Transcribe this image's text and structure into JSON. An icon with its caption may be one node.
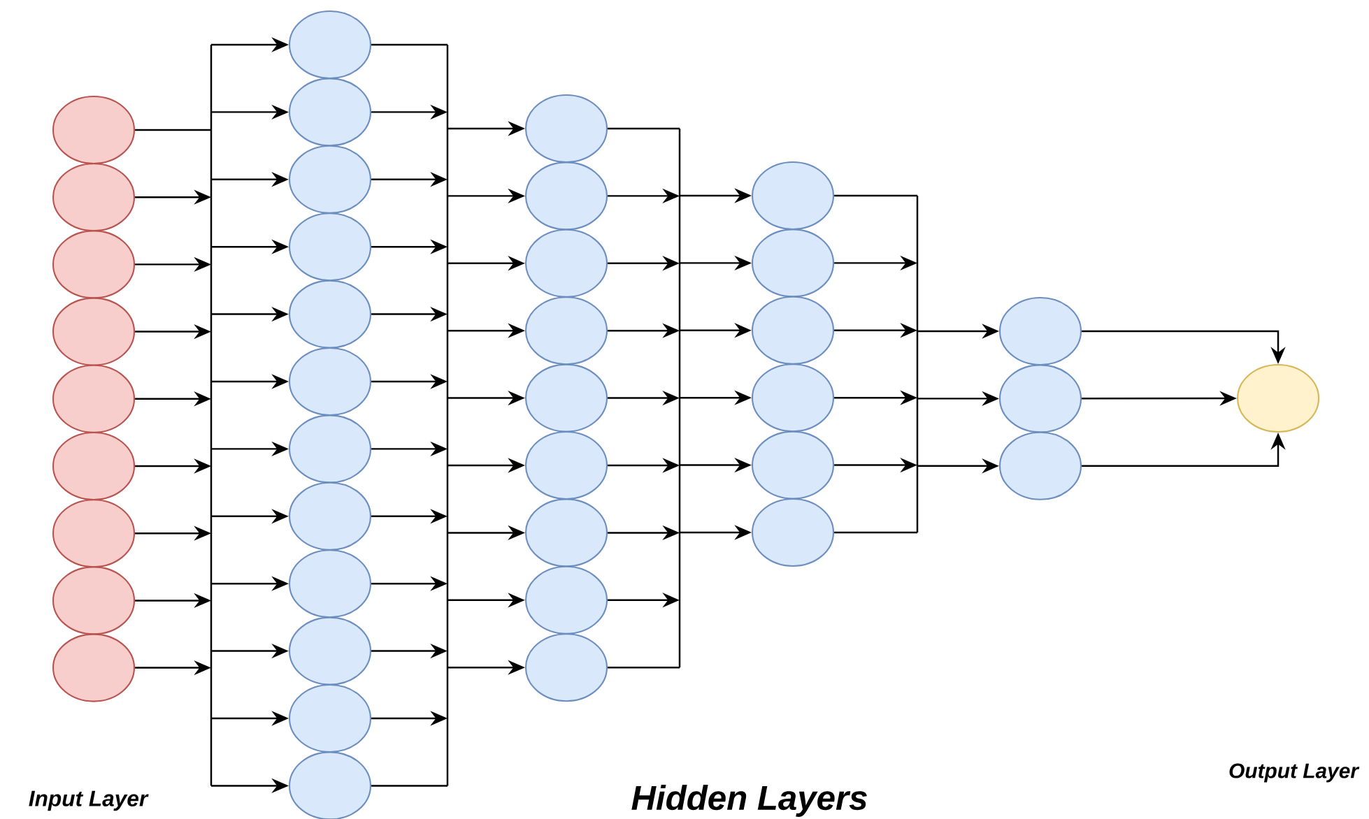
{
  "diagram": {
    "nodes": [
      {
        "text": [],
        "shape": "circle"
      },
      {
        "text": [],
        "shape": "circle"
      },
      {
        "text": [],
        "shape": "circle"
      },
      {
        "text": [],
        "shape": "circle"
      },
      {
        "text": [],
        "shape": "circle"
      },
      {
        "text": [],
        "shape": "circle"
      },
      {
        "text": [],
        "shape": "circle"
      },
      {
        "text": [],
        "shape": "circle"
      },
      {
        "text": [],
        "shape": "circle"
      },
      {
        "text": [],
        "shape": "bar"
      },
      {
        "text": [],
        "shape": "circle"
      },
      {
        "text": [],
        "shape": "circle"
      },
      {
        "text": [],
        "shape": "circle"
      },
      {
        "text": [],
        "shape": "circle"
      },
      {
        "text": [],
        "shape": "circle"
      },
      {
        "text": [],
        "shape": "circle"
      },
      {
        "text": [],
        "shape": "circle"
      },
      {
        "text": [],
        "shape": "circle"
      },
      {
        "text": [],
        "shape": "circle"
      },
      {
        "text": [],
        "shape": "circle"
      },
      {
        "text": [],
        "shape": "circle"
      },
      {
        "text": [],
        "shape": "circle"
      },
      {
        "text": [],
        "shape": "bar"
      },
      {
        "text": [],
        "shape": "circle"
      },
      {
        "text": [],
        "shape": "circle"
      },
      {
        "text": [],
        "shape": "circle"
      },
      {
        "text": [],
        "shape": "circle"
      },
      {
        "text": [],
        "shape": "circle"
      },
      {
        "text": [],
        "shape": "circle"
      },
      {
        "text": [],
        "shape": "circle"
      },
      {
        "text": [],
        "shape": "circle"
      },
      {
        "text": [],
        "shape": "circle"
      },
      {
        "text": [],
        "shape": "bar"
      },
      {
        "text": [],
        "shape": "circle"
      },
      {
        "text": [],
        "shape": "circle"
      },
      {
        "text": [],
        "shape": "circle"
      },
      {
        "text": [],
        "shape": "circle"
      },
      {
        "text": [],
        "shape": "circle"
      },
      {
        "text": [],
        "shape": "circle"
      },
      {
        "text": [],
        "shape": "bar"
      },
      {
        "text": [],
        "shape": "circle"
      },
      {
        "text": [],
        "shape": "circle"
      },
      {
        "text": [],
        "shape": "circle"
      },
      {
        "text": [],
        "shape": "circle"
      }
    ],
    "edges": [
      {
        "from": 0,
        "to": 9,
        "arrow": "none"
      },
      {
        "from": 1,
        "to": 9,
        "arrow": "to"
      },
      {
        "from": 2,
        "to": 9,
        "arrow": "to"
      },
      {
        "from": 3,
        "to": 9,
        "arrow": "to"
      },
      {
        "from": 4,
        "to": 9,
        "arrow": "to"
      },
      {
        "from": 5,
        "to": 9,
        "arrow": "to"
      },
      {
        "from": 6,
        "to": 9,
        "arrow": "to"
      },
      {
        "from": 7,
        "to": 9,
        "arrow": "to"
      },
      {
        "from": 8,
        "to": 9,
        "arrow": "to"
      },
      {
        "from": 9,
        "to": 10,
        "arrow": "to"
      },
      {
        "from": 9,
        "to": 11,
        "arrow": "to"
      },
      {
        "from": 9,
        "to": 12,
        "arrow": "to"
      },
      {
        "from": 9,
        "to": 13,
        "arrow": "to"
      },
      {
        "from": 9,
        "to": 14,
        "arrow": "to"
      },
      {
        "from": 9,
        "to": 15,
        "arrow": "to"
      },
      {
        "from": 9,
        "to": 16,
        "arrow": "to"
      },
      {
        "from": 9,
        "to": 17,
        "arrow": "to"
      },
      {
        "from": 9,
        "to": 18,
        "arrow": "to"
      },
      {
        "from": 9,
        "to": 19,
        "arrow": "to"
      },
      {
        "from": 9,
        "to": 20,
        "arrow": "to"
      },
      {
        "from": 9,
        "to": 21,
        "arrow": "to"
      },
      {
        "from": 10,
        "to": 22,
        "arrow": "none"
      },
      {
        "from": 11,
        "to": 22,
        "arrow": "to"
      },
      {
        "from": 12,
        "to": 22,
        "arrow": "to"
      },
      {
        "from": 13,
        "to": 22,
        "arrow": "to"
      },
      {
        "from": 14,
        "to": 22,
        "arrow": "to"
      },
      {
        "from": 15,
        "to": 22,
        "arrow": "to"
      },
      {
        "from": 16,
        "to": 22,
        "arrow": "to"
      },
      {
        "from": 17,
        "to": 22,
        "arrow": "to"
      },
      {
        "from": 18,
        "to": 22,
        "arrow": "to"
      },
      {
        "from": 19,
        "to": 22,
        "arrow": "to"
      },
      {
        "from": 20,
        "to": 22,
        "arrow": "to"
      },
      {
        "from": 21,
        "to": 22,
        "arrow": "none"
      },
      {
        "from": 22,
        "to": 23,
        "arrow": "to"
      },
      {
        "from": 22,
        "to": 24,
        "arrow": "to"
      },
      {
        "from": 22,
        "to": 25,
        "arrow": "to"
      },
      {
        "from": 22,
        "to": 26,
        "arrow": "to"
      },
      {
        "from": 22,
        "to": 27,
        "arrow": "to"
      },
      {
        "from": 22,
        "to": 28,
        "arrow": "to"
      },
      {
        "from": 22,
        "to": 29,
        "arrow": "to"
      },
      {
        "from": 22,
        "to": 30,
        "arrow": "to"
      },
      {
        "from": 22,
        "to": 31,
        "arrow": "to"
      },
      {
        "from": 23,
        "to": 32,
        "arrow": "none"
      },
      {
        "from": 24,
        "to": 32,
        "arrow": "to"
      },
      {
        "from": 25,
        "to": 32,
        "arrow": "to"
      },
      {
        "from": 26,
        "to": 32,
        "arrow": "to"
      },
      {
        "from": 27,
        "to": 32,
        "arrow": "to"
      },
      {
        "from": 28,
        "to": 32,
        "arrow": "to"
      },
      {
        "from": 29,
        "to": 32,
        "arrow": "to"
      },
      {
        "from": 30,
        "to": 32,
        "arrow": "to"
      },
      {
        "from": 31,
        "to": 32,
        "arrow": "none"
      },
      {
        "from": 32,
        "to": 33,
        "arrow": "to"
      },
      {
        "from": 32,
        "to": 34,
        "arrow": "to"
      },
      {
        "from": 32,
        "to": 35,
        "arrow": "to"
      },
      {
        "from": 32,
        "to": 36,
        "arrow": "to"
      },
      {
        "from": 32,
        "to": 37,
        "arrow": "to"
      },
      {
        "from": 32,
        "to": 38,
        "arrow": "to"
      },
      {
        "from": 33,
        "to": 39,
        "arrow": "none"
      },
      {
        "from": 34,
        "to": 39,
        "arrow": "to"
      },
      {
        "from": 35,
        "to": 39,
        "arrow": "to"
      },
      {
        "from": 36,
        "to": 39,
        "arrow": "to"
      },
      {
        "from": 37,
        "to": 39,
        "arrow": "to"
      },
      {
        "from": 38,
        "to": 39,
        "arrow": "none"
      },
      {
        "from": 39,
        "to": 40,
        "arrow": "to"
      },
      {
        "from": 39,
        "to": 41,
        "arrow": "to"
      },
      {
        "from": 39,
        "to": 42,
        "arrow": "to"
      },
      {
        "from": 40,
        "to": 43,
        "arrow": "to"
      },
      {
        "from": 41,
        "to": 43,
        "arrow": "to"
      },
      {
        "from": 42,
        "to": 43,
        "arrow": "to"
      }
    ],
    "labels": [
      "Input Layer",
      "Hidden Layers",
      "Output Layer"
    ]
  }
}
